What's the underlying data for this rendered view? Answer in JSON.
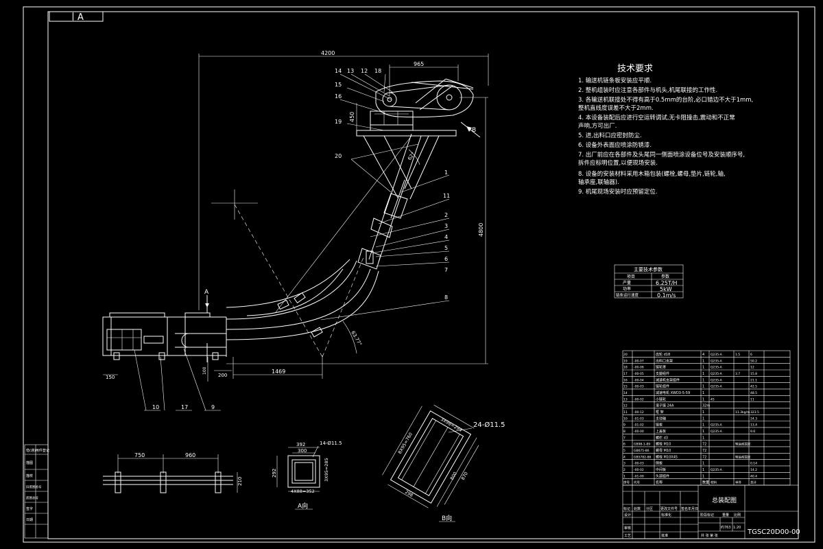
{
  "sheet": {
    "view_marker": "丨A",
    "drawing_code": "TGSC20D00-00",
    "drawing_name": "总装配图",
    "scale": "1:20"
  },
  "tech": {
    "title": "技术要求",
    "items": [
      "1. 输送机链条板安装应平顺.",
      "2. 整机组装时应注意各部件与机头,机尾联接的工作性.",
      "3. 各输送机联接处不得有高于0.5mm的台阶,必口错边不大于1mm,",
      "   整机直线度误差不大于2mm.",
      "4. 本设备装配后应进行空运转调试,无卡阻撞击,震动和不正常",
      "   声响,方可出厂.",
      "5. 进,出料口应密封防尘.",
      "6. 设备外表面应喷涂防锈漆.",
      "7. 出厂前应在各部件及头尾同一侧面喷涂设备位号及安装顺序号,",
      "   拆件应标明位置,以便现场安装.",
      "8. 设备的安装材料采用木箱包装(螺栓,螺母,垫片,链轮,轴,",
      "   轴承座,联轴器).",
      "9. 机尾现场安装时应预留定位."
    ]
  },
  "params": {
    "title": "主要技术参数",
    "head": [
      "项目",
      "参数"
    ],
    "rows": [
      [
        "产量",
        "6.25T/H"
      ],
      [
        "功率",
        "5kW"
      ],
      [
        "链条运行速度",
        "0.1m/s"
      ]
    ]
  },
  "dims": {
    "d4200": "4200",
    "d965": "965",
    "d450": "450",
    "d4800": "4800",
    "d1469": "1469",
    "d150": "150",
    "d200": "200",
    "d100": "100",
    "ang62": "62°",
    "ang6377": "63.77°",
    "d750": "750",
    "d960": "960",
    "d210": "210",
    "d392": "392",
    "d300": "300",
    "d292": "292",
    "d3x95": "3X95=285",
    "d4x88": "4X88=352",
    "d14hole": "14-Ø11.5",
    "b_holes": "24-Ø11.5",
    "b_d1": "3X98=294",
    "b_d2": "8X95=760",
    "b_d3": "870",
    "b_d4": "800",
    "b_d5": "298"
  },
  "callouts": [
    "14",
    "13",
    "12",
    "18",
    "15",
    "16",
    "19",
    "20",
    "1",
    "11",
    "2",
    "3",
    "4",
    "5",
    "6",
    "7",
    "8",
    "10",
    "17",
    "9"
  ],
  "views": {
    "section_a": "A",
    "section_b": "B",
    "a_caption": "A向",
    "b_caption": "B向"
  },
  "parts": [
    [
      "20",
      "",
      "齿轮  d18",
      "4",
      "Q235-A",
      "1.5",
      "6"
    ],
    [
      "19",
      "-00-07",
      "出料口支架",
      "1",
      "Q235-A",
      "",
      "50.2"
    ],
    [
      "18",
      "-00-06",
      "链轮罩",
      "1",
      "Q235-A",
      "",
      "12"
    ],
    [
      "17",
      "-00-05",
      "支腿组件",
      "1",
      "Q235-A",
      "3.7",
      "15.8"
    ],
    [
      "16",
      "-00-04",
      "减速机支架组件",
      "1",
      "Q235-A",
      "",
      "21.1"
    ],
    [
      "15",
      "-00-03",
      "链轮组件",
      "1",
      "Q235-A",
      "",
      "42.5"
    ],
    [
      "14",
      "",
      "减速电机  XWD3-5-59",
      "1",
      "",
      "",
      "48.5"
    ],
    [
      "13",
      "-00-02",
      "小链轮",
      "1",
      "45",
      "",
      "11"
    ],
    [
      "12",
      "",
      "滚子链  24A",
      "32m",
      "",
      "",
      ""
    ],
    [
      "11",
      "-00-12",
      "框  架",
      "1",
      "",
      "11.3kg/m",
      "323.5"
    ],
    [
      "10",
      "-01-03",
      "主动轴",
      "1",
      "",
      "",
      "24.3"
    ],
    [
      "9",
      "-01-02",
      "链板",
      "1",
      "Q235-A",
      "",
      "13.4"
    ],
    [
      "8",
      "-00-00",
      "上盖板",
      "1",
      "Q235-A",
      "",
      "9.6"
    ],
    [
      "7",
      "",
      "螺栏  d3",
      "1",
      "",
      "",
      ""
    ],
    [
      "6",
      "GB98-1-89",
      "螺栓  M10",
      "72",
      "",
      "转运前固定",
      ""
    ],
    [
      "5",
      "GB675-86",
      "螺母  M10",
      "72",
      "",
      "",
      ""
    ],
    [
      "4",
      "GB5782-86",
      "螺栓  M10X45",
      "72",
      "",
      "转运前固定",
      ""
    ],
    [
      "3",
      "-00-03",
      "侧板",
      "1",
      "",
      "",
      "0.14"
    ],
    [
      "2",
      "-00-02",
      "中间板",
      "1",
      "Q235-A",
      "",
      "14.2"
    ],
    [
      "1",
      "-01-00",
      "头部组件",
      "1",
      "",
      "",
      "40.4"
    ]
  ],
  "parts_head": [
    "序号",
    "代号",
    "名称",
    "数量",
    "材料",
    "单件",
    "总计"
  ],
  "title_block": {
    "labels_row": [
      "标记",
      "处数",
      "分区",
      "更改文件号",
      "签名",
      "年月日"
    ],
    "design": "设计",
    "standard": "标准化",
    "stage": "阶段标记",
    "weight": "重量",
    "scale_label": "比例",
    "audit": "审核",
    "process": "工艺",
    "approve": "批准",
    "sheet_count": "共  张  第  张",
    "weight_val": "约763"
  },
  "side_stamp": [
    "借(通)用件登记",
    "描图",
    "描校",
    "旧底图总号",
    "底图总号",
    "签字",
    "日期"
  ]
}
